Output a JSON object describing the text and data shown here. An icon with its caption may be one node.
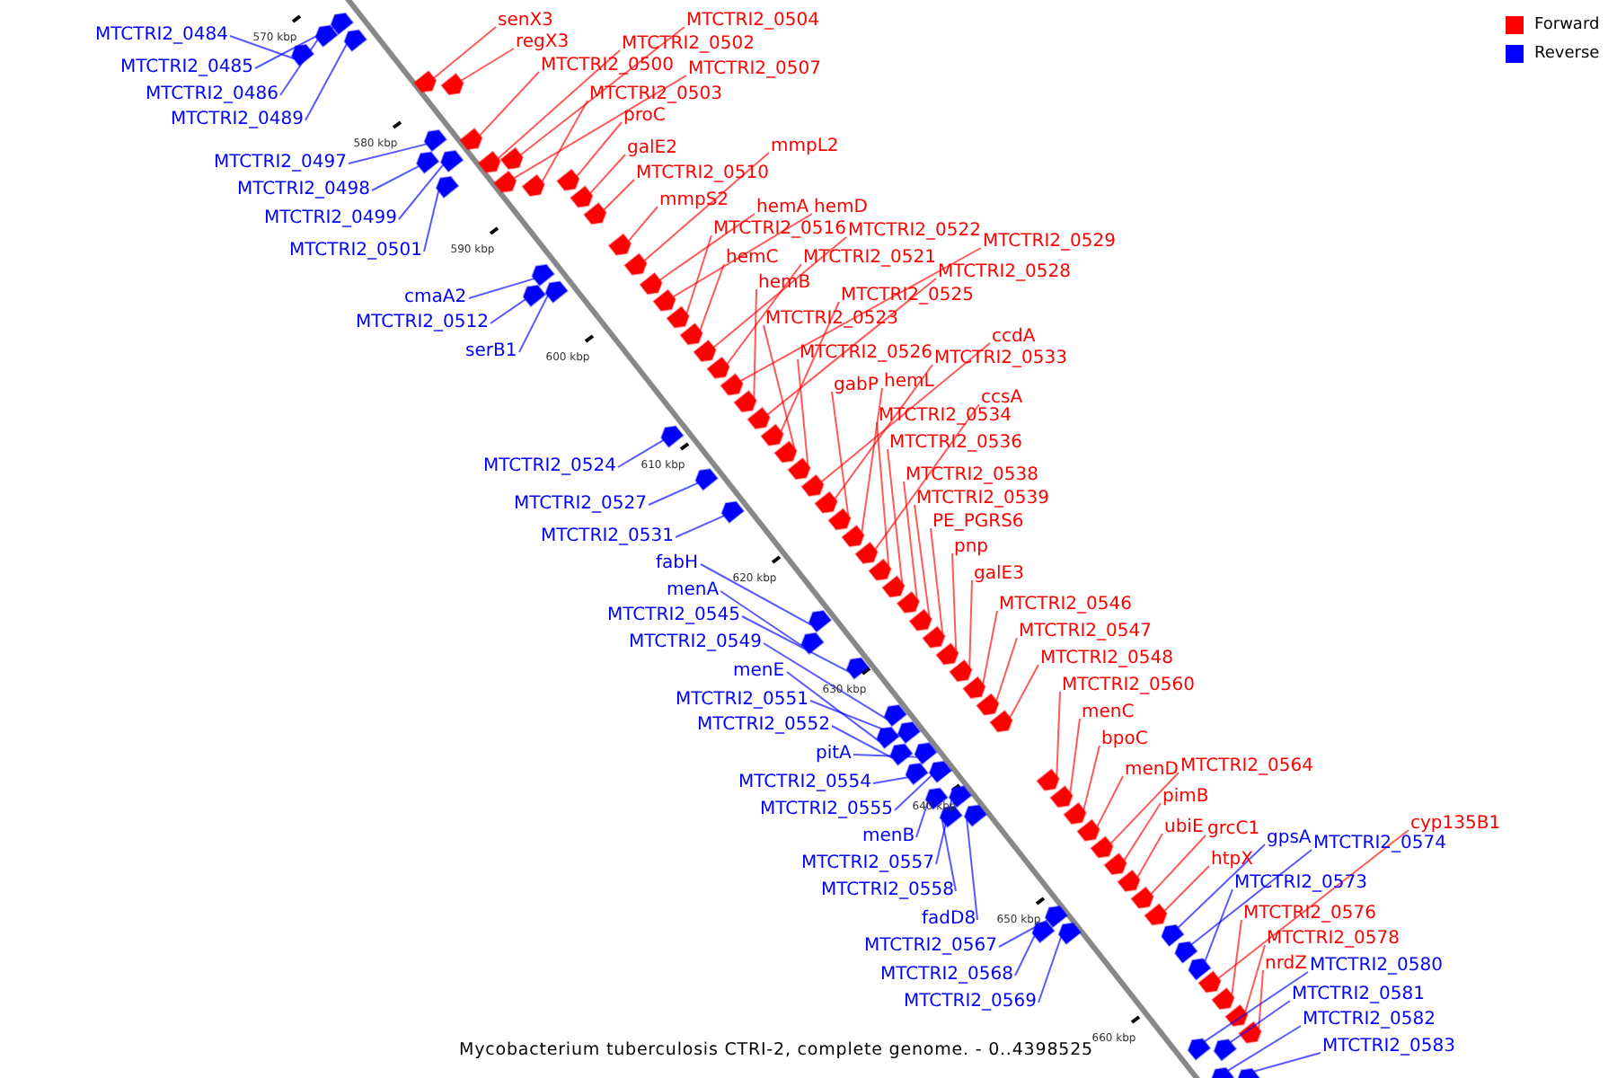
{
  "diagram": {
    "caption": "Mycobacterium tuberculosis CTRI-2, complete genome. - 0..4398525",
    "nodes": [
      {
        "text": [
          "senX3"
        ]
      },
      {
        "text": [
          "MTCTRI2_0504"
        ]
      },
      {
        "text": [
          "MTCTRI2_0484"
        ]
      },
      {
        "text": [
          "regX3"
        ]
      },
      {
        "text": [
          "MTCTRI2_0502"
        ]
      },
      {
        "text": [
          "MTCTRI2_0500"
        ]
      },
      {
        "text": [
          "MTCTRI2_0485"
        ]
      },
      {
        "text": [
          "MTCTRI2_0507"
        ]
      },
      {
        "text": [
          "MTCTRI2_0486"
        ]
      },
      {
        "text": [
          "MTCTRI2_0503"
        ]
      },
      {
        "text": [
          "proC"
        ]
      },
      {
        "text": [
          "MTCTRI2_0489"
        ]
      },
      {
        "text": [
          "mmpL2"
        ]
      },
      {
        "text": [
          "galE2"
        ]
      },
      {
        "text": [
          "MTCTRI2_0497"
        ]
      },
      {
        "text": [
          "MTCTRI2_0510"
        ]
      },
      {
        "text": [
          "MTCTRI2_0498"
        ]
      },
      {
        "text": [
          "mmpS2"
        ]
      },
      {
        "text": [
          "hemA"
        ]
      },
      {
        "text": [
          "hemD"
        ]
      },
      {
        "text": [
          "MTCTRI2_0499"
        ]
      },
      {
        "text": [
          "MTCTRI2_0516"
        ]
      },
      {
        "text": [
          "MTCTRI2_0522"
        ]
      },
      {
        "text": [
          "MTCTRI2_0529"
        ]
      },
      {
        "text": [
          "MTCTRI2_0501"
        ]
      },
      {
        "text": [
          "hemC"
        ]
      },
      {
        "text": [
          "MTCTRI2_0521"
        ]
      },
      {
        "text": [
          "MTCTRI2_0528"
        ]
      },
      {
        "text": [
          "hemB"
        ]
      },
      {
        "text": [
          "MTCTRI2_0525"
        ]
      },
      {
        "text": [
          "cmaA2"
        ]
      },
      {
        "text": [
          "MTCTRI2_0523"
        ]
      },
      {
        "text": [
          "MTCTRI2_0512"
        ]
      },
      {
        "text": [
          "ccdA"
        ]
      },
      {
        "text": [
          "serB1"
        ]
      },
      {
        "text": [
          "MTCTRI2_0526"
        ]
      },
      {
        "text": [
          "MTCTRI2_0533"
        ]
      },
      {
        "text": [
          "gabP"
        ]
      },
      {
        "text": [
          "hemL"
        ]
      },
      {
        "text": [
          "ccsA"
        ]
      },
      {
        "text": [
          "MTCTRI2_0534"
        ]
      },
      {
        "text": [
          "MTCTRI2_0536"
        ]
      },
      {
        "text": [
          "MTCTRI2_0524"
        ]
      },
      {
        "text": [
          "MTCTRI2_0538"
        ]
      },
      {
        "text": [
          "MTCTRI2_0539"
        ]
      },
      {
        "text": [
          "MTCTRI2_0527"
        ]
      },
      {
        "text": [
          "PE_PGRS6"
        ]
      },
      {
        "text": [
          "MTCTRI2_0531"
        ]
      },
      {
        "text": [
          "pnp"
        ]
      },
      {
        "text": [
          "fabH"
        ]
      },
      {
        "text": [
          "galE3"
        ]
      },
      {
        "text": [
          "menA"
        ]
      },
      {
        "text": [
          "MTCTRI2_0546"
        ]
      },
      {
        "text": [
          "MTCTRI2_0545"
        ]
      },
      {
        "text": [
          "MTCTRI2_0547"
        ]
      },
      {
        "text": [
          "MTCTRI2_0549"
        ]
      },
      {
        "text": [
          "MTCTRI2_0548"
        ]
      },
      {
        "text": [
          "menE"
        ]
      },
      {
        "text": [
          "MTCTRI2_0560"
        ]
      },
      {
        "text": [
          "MTCTRI2_0551"
        ]
      },
      {
        "text": [
          "menC"
        ]
      },
      {
        "text": [
          "MTCTRI2_0552"
        ]
      },
      {
        "text": [
          "bpoC"
        ]
      },
      {
        "text": [
          "pitA"
        ]
      },
      {
        "text": [
          "MTCTRI2_0564"
        ]
      },
      {
        "text": [
          "menD"
        ]
      },
      {
        "text": [
          "MTCTRI2_0554"
        ]
      },
      {
        "text": [
          "pimB"
        ]
      },
      {
        "text": [
          "MTCTRI2_0555"
        ]
      },
      {
        "text": [
          "cyp135B1"
        ]
      },
      {
        "text": [
          "ubiE"
        ]
      },
      {
        "text": [
          "grcC1"
        ]
      },
      {
        "text": [
          "menB"
        ]
      },
      {
        "text": [
          "gpsA"
        ]
      },
      {
        "text": [
          "MTCTRI2_0574"
        ]
      },
      {
        "text": [
          "htpX"
        ]
      },
      {
        "text": [
          "MTCTRI2_0557"
        ]
      },
      {
        "text": [
          "MTCTRI2_0573"
        ]
      },
      {
        "text": [
          "MTCTRI2_0558"
        ]
      },
      {
        "text": [
          "MTCTRI2_0576"
        ]
      },
      {
        "text": [
          "fadD8"
        ]
      },
      {
        "text": [
          "MTCTRI2_0578"
        ]
      },
      {
        "text": [
          "MTCTRI2_0567"
        ]
      },
      {
        "text": [
          "MTCTRI2_0580"
        ]
      },
      {
        "text": [
          "nrdZ"
        ]
      },
      {
        "text": [
          "MTCTRI2_0568"
        ]
      },
      {
        "text": [
          "MTCTRI2_0581"
        ]
      },
      {
        "text": [
          "MTCTRI2_0569"
        ]
      },
      {
        "text": [
          "MTCTRI2_0582"
        ]
      },
      {
        "text": [
          "MTCTRI2_0583"
        ]
      },
      {
        "text": [],
        "shape": "arrow"
      },
      {
        "text": [],
        "shape": "arrow"
      },
      {
        "text": [],
        "shape": "arrow"
      },
      {
        "text": [],
        "shape": "arrow"
      },
      {
        "text": [],
        "shape": "arrow"
      },
      {
        "text": [],
        "shape": "arrow"
      },
      {
        "text": [],
        "shape": "arrow"
      },
      {
        "text": [],
        "shape": "arrow"
      },
      {
        "text": [],
        "shape": "arrow"
      },
      {
        "text": [],
        "shape": "arrow"
      },
      {
        "text": [],
        "shape": "arrow"
      },
      {
        "text": [],
        "shape": "arrow"
      },
      {
        "text": [],
        "shape": "arrow"
      },
      {
        "text": [],
        "shape": "arrow"
      },
      {
        "text": [],
        "shape": "arrow"
      },
      {
        "text": [],
        "shape": "arrow"
      },
      {
        "text": [],
        "shape": "arrow"
      },
      {
        "text": [],
        "shape": "arrow"
      },
      {
        "text": [],
        "shape": "arrow"
      },
      {
        "text": [],
        "shape": "arrow"
      },
      {
        "text": [],
        "shape": "arrow"
      },
      {
        "text": [],
        "shape": "arrow"
      },
      {
        "text": [],
        "shape": "arrow"
      },
      {
        "text": [],
        "shape": "arrow"
      },
      {
        "text": [],
        "shape": "arrow"
      },
      {
        "text": [],
        "shape": "arrow"
      },
      {
        "text": [],
        "shape": "arrow"
      },
      {
        "text": [],
        "shape": "arrow"
      },
      {
        "text": [],
        "shape": "arrow"
      },
      {
        "text": [],
        "shape": "arrow"
      },
      {
        "text": [],
        "shape": "arrow"
      },
      {
        "text": [],
        "shape": "arrow"
      },
      {
        "text": [],
        "shape": "arrow"
      },
      {
        "text": [],
        "shape": "arrow"
      },
      {
        "text": [],
        "shape": "arrow"
      },
      {
        "text": [],
        "shape": "arrow"
      },
      {
        "text": [],
        "shape": "arrow"
      },
      {
        "text": [],
        "shape": "arrow"
      },
      {
        "text": [],
        "shape": "arrow"
      },
      {
        "text": [],
        "shape": "arrow"
      },
      {
        "text": [],
        "shape": "arrow"
      },
      {
        "text": [],
        "shape": "arrow"
      },
      {
        "text": [],
        "shape": "arrow"
      },
      {
        "text": [],
        "shape": "arrow"
      },
      {
        "text": [],
        "shape": "arrow"
      },
      {
        "text": [],
        "shape": "arrow"
      },
      {
        "text": [],
        "shape": "arrow"
      },
      {
        "text": [],
        "shape": "arrow"
      },
      {
        "text": [],
        "shape": "arrow"
      },
      {
        "text": [],
        "shape": "arrow"
      },
      {
        "text": [],
        "shape": "arrow"
      },
      {
        "text": [],
        "shape": "arrow"
      },
      {
        "text": [],
        "shape": "arrow"
      },
      {
        "text": [],
        "shape": "arrow"
      },
      {
        "text": [],
        "shape": "arrow"
      },
      {
        "text": [],
        "shape": "arrow"
      },
      {
        "text": [],
        "shape": "arrow"
      },
      {
        "text": [],
        "shape": "arrow"
      },
      {
        "text": [],
        "shape": "arrow"
      },
      {
        "text": [],
        "shape": "arrow"
      },
      {
        "text": [],
        "shape": "arrow"
      },
      {
        "text": [],
        "shape": "arrow"
      },
      {
        "text": [],
        "shape": "arrow"
      },
      {
        "text": [],
        "shape": "arrow"
      },
      {
        "text": [],
        "shape": "arrow"
      },
      {
        "text": [],
        "shape": "arrow"
      },
      {
        "text": [],
        "shape": "arrow"
      },
      {
        "text": [],
        "shape": "arrow"
      },
      {
        "text": [],
        "shape": "arrow"
      },
      {
        "text": [],
        "shape": "arrow"
      },
      {
        "text": [],
        "shape": "arrow"
      },
      {
        "text": [],
        "shape": "arrow"
      },
      {
        "text": [],
        "shape": "arrow"
      },
      {
        "text": [],
        "shape": "arrow"
      },
      {
        "text": [],
        "shape": "arrow"
      },
      {
        "text": [],
        "shape": "arrow"
      },
      {
        "text": [],
        "shape": "arrow"
      },
      {
        "text": [],
        "shape": "arrow"
      },
      {
        "text": [],
        "shape": "arrow"
      },
      {
        "text": [],
        "shape": "arrow"
      },
      {
        "text": [],
        "shape": "arrow"
      },
      {
        "text": [],
        "shape": "arrow"
      },
      {
        "text": [],
        "shape": "arrow"
      },
      {
        "text": [],
        "shape": "arrow"
      },
      {
        "text": [],
        "shape": "arrow"
      },
      {
        "text": [],
        "shape": "arrow"
      },
      {
        "text": [],
        "shape": "arrow"
      },
      {
        "text": [],
        "shape": "arrow"
      },
      {
        "text": [],
        "shape": "arrow"
      },
      {
        "text": [],
        "shape": "arrow"
      }
    ],
    "edges": [
      {
        "from": 0,
        "to": 90,
        "arrow": "none"
      },
      {
        "from": 1,
        "to": 91,
        "arrow": "none"
      },
      {
        "from": 2,
        "to": 92,
        "arrow": "none",
        "color": "#0000ff"
      },
      {
        "from": 3,
        "to": 93,
        "arrow": "none"
      },
      {
        "from": 4,
        "to": 94,
        "arrow": "none"
      },
      {
        "from": 5,
        "to": 95,
        "arrow": "none"
      },
      {
        "from": 6,
        "to": 96,
        "arrow": "none",
        "color": "#0000ff"
      },
      {
        "from": 7,
        "to": 97,
        "arrow": "none"
      },
      {
        "from": 8,
        "to": 98,
        "arrow": "none",
        "color": "#0000ff"
      },
      {
        "from": 9,
        "to": 99,
        "arrow": "none"
      },
      {
        "from": 10,
        "to": 100,
        "arrow": "none"
      },
      {
        "from": 11,
        "to": 101,
        "arrow": "none",
        "color": "#0000ff"
      },
      {
        "from": 12,
        "to": 102,
        "arrow": "none"
      },
      {
        "from": 13,
        "to": 103,
        "arrow": "none"
      },
      {
        "from": 14,
        "to": 104,
        "arrow": "none",
        "color": "#0000ff"
      },
      {
        "from": 15,
        "to": 105,
        "arrow": "none"
      },
      {
        "from": 16,
        "to": 106,
        "arrow": "none",
        "color": "#0000ff"
      },
      {
        "from": 17,
        "to": 107,
        "arrow": "none"
      },
      {
        "from": 18,
        "to": 108,
        "arrow": "none"
      },
      {
        "from": 19,
        "to": 109,
        "arrow": "none"
      },
      {
        "from": 20,
        "to": 110,
        "arrow": "none",
        "color": "#0000ff"
      },
      {
        "from": 21,
        "to": 111,
        "arrow": "none"
      },
      {
        "from": 22,
        "to": 112,
        "arrow": "none"
      },
      {
        "from": 23,
        "to": 113,
        "arrow": "none"
      },
      {
        "from": 24,
        "to": 114,
        "arrow": "none",
        "color": "#0000ff"
      },
      {
        "from": 25,
        "to": 115,
        "arrow": "none"
      },
      {
        "from": 26,
        "to": 116,
        "arrow": "none"
      },
      {
        "from": 27,
        "to": 117,
        "arrow": "none"
      },
      {
        "from": 28,
        "to": 118,
        "arrow": "none"
      },
      {
        "from": 29,
        "to": 119,
        "arrow": "none"
      },
      {
        "from": 30,
        "to": 120,
        "arrow": "none",
        "color": "#0000ff"
      },
      {
        "from": 31,
        "to": 121,
        "arrow": "none"
      },
      {
        "from": 32,
        "to": 122,
        "arrow": "none",
        "color": "#0000ff"
      },
      {
        "from": 33,
        "to": 123,
        "arrow": "none"
      },
      {
        "from": 34,
        "to": 124,
        "arrow": "none",
        "color": "#0000ff"
      },
      {
        "from": 35,
        "to": 125,
        "arrow": "none"
      },
      {
        "from": 36,
        "to": 126,
        "arrow": "none"
      },
      {
        "from": 37,
        "to": 127,
        "arrow": "none"
      },
      {
        "from": 38,
        "to": 128,
        "arrow": "none"
      },
      {
        "from": 39,
        "to": 129,
        "arrow": "none"
      },
      {
        "from": 40,
        "to": 130,
        "arrow": "none"
      },
      {
        "from": 41,
        "to": 131,
        "arrow": "none"
      },
      {
        "from": 42,
        "to": 132,
        "arrow": "none",
        "color": "#0000ff"
      },
      {
        "from": 43,
        "to": 133,
        "arrow": "none"
      },
      {
        "from": 44,
        "to": 134,
        "arrow": "none"
      },
      {
        "from": 45,
        "to": 135,
        "arrow": "none",
        "color": "#0000ff"
      },
      {
        "from": 46,
        "to": 136,
        "arrow": "none"
      },
      {
        "from": 47,
        "to": 137,
        "arrow": "none",
        "color": "#0000ff"
      },
      {
        "from": 48,
        "to": 138,
        "arrow": "none"
      },
      {
        "from": 49,
        "to": 139,
        "arrow": "none",
        "color": "#0000ff"
      },
      {
        "from": 50,
        "to": 140,
        "arrow": "none"
      },
      {
        "from": 51,
        "to": 141,
        "arrow": "none",
        "color": "#0000ff"
      },
      {
        "from": 52,
        "to": 142,
        "arrow": "none"
      },
      {
        "from": 53,
        "to": 143,
        "arrow": "none",
        "color": "#0000ff"
      },
      {
        "from": 54,
        "to": 144,
        "arrow": "none"
      },
      {
        "from": 55,
        "to": 145,
        "arrow": "none",
        "color": "#0000ff"
      },
      {
        "from": 56,
        "to": 146,
        "arrow": "none"
      },
      {
        "from": 57,
        "to": 147,
        "arrow": "none",
        "color": "#0000ff"
      },
      {
        "from": 58,
        "to": 148,
        "arrow": "none"
      },
      {
        "from": 59,
        "to": 149,
        "arrow": "none",
        "color": "#0000ff"
      },
      {
        "from": 60,
        "to": 150,
        "arrow": "none"
      },
      {
        "from": 61,
        "to": 151,
        "arrow": "none",
        "color": "#0000ff"
      },
      {
        "from": 62,
        "to": 152,
        "arrow": "none"
      },
      {
        "from": 63,
        "to": 153,
        "arrow": "none",
        "color": "#0000ff"
      },
      {
        "from": 64,
        "to": 154,
        "arrow": "none"
      },
      {
        "from": 65,
        "to": 155,
        "arrow": "none"
      },
      {
        "from": 66,
        "to": 156,
        "arrow": "none",
        "color": "#0000ff"
      },
      {
        "from": 67,
        "to": 157,
        "arrow": "none"
      },
      {
        "from": 68,
        "to": 158,
        "arrow": "none",
        "color": "#0000ff"
      },
      {
        "from": 69,
        "to": 159,
        "arrow": "none"
      },
      {
        "from": 70,
        "to": 160,
        "arrow": "none"
      },
      {
        "from": 71,
        "to": 161,
        "arrow": "none"
      },
      {
        "from": 72,
        "to": 162,
        "arrow": "none",
        "color": "#0000ff"
      },
      {
        "from": 73,
        "to": 163,
        "arrow": "none",
        "color": "#0000ff"
      },
      {
        "from": 74,
        "to": 164,
        "arrow": "none",
        "color": "#0000ff"
      },
      {
        "from": 75,
        "to": 165,
        "arrow": "none"
      },
      {
        "from": 76,
        "to": 166,
        "arrow": "none",
        "color": "#0000ff"
      },
      {
        "from": 77,
        "to": 167,
        "arrow": "none",
        "color": "#0000ff"
      },
      {
        "from": 78,
        "to": 168,
        "arrow": "none",
        "color": "#0000ff"
      },
      {
        "from": 79,
        "to": 169,
        "arrow": "none"
      },
      {
        "from": 80,
        "to": 170,
        "arrow": "none",
        "color": "#0000ff"
      },
      {
        "from": 81,
        "to": 171,
        "arrow": "none"
      },
      {
        "from": 82,
        "to": 172,
        "arrow": "none",
        "color": "#0000ff"
      },
      {
        "from": 83,
        "to": 173,
        "arrow": "none",
        "color": "#0000ff"
      },
      {
        "from": 84,
        "to": 174,
        "arrow": "none"
      },
      {
        "from": 85,
        "to": 175,
        "arrow": "none",
        "color": "#0000ff"
      },
      {
        "from": 86,
        "to": 176,
        "arrow": "none",
        "color": "#0000ff"
      },
      {
        "from": 87,
        "to": 177,
        "arrow": "none",
        "color": "#0000ff"
      },
      {
        "from": 88,
        "to": 178,
        "arrow": "none",
        "color": "#0000ff"
      },
      {
        "from": 89,
        "to": 179,
        "arrow": "none",
        "color": "#0000ff"
      }
    ],
    "labels": [
      "570 kbp",
      "580 kbp",
      "590 kbp",
      "600 kbp",
      "610 kbp",
      "620 kbp",
      "630 kbp",
      "640 kbp",
      "650 kbp",
      "660 kbp"
    ],
    "legend": [
      {
        "text": "Forward",
        "color": "#ff0000"
      },
      {
        "text": "Reverse",
        "color": "#0000ff"
      }
    ]
  }
}
